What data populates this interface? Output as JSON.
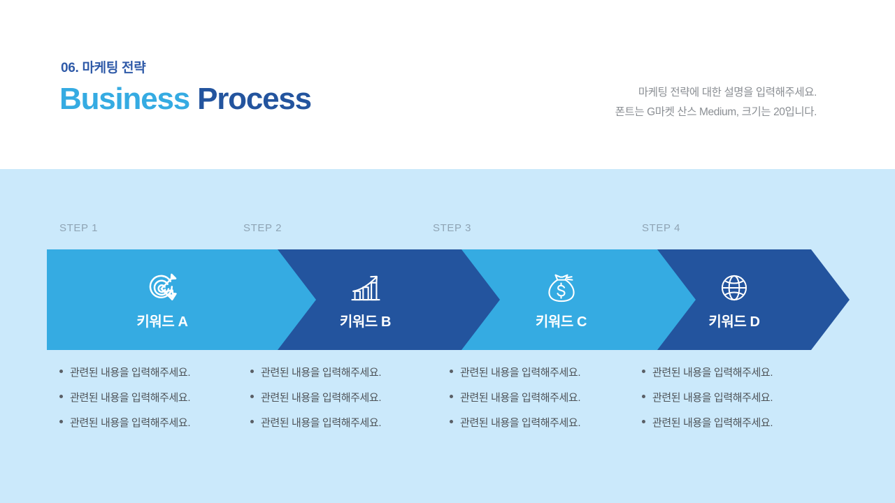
{
  "header": {
    "eyebrow": "06. 마케팅 전략",
    "title_part1": "Business",
    "title_part2": "Process",
    "description_line1": "마케팅 전략에 대한 설명을 입력해주세요.",
    "description_line2": "폰트는 G마켓 산스 Medium, 크기는 20입니다."
  },
  "colors": {
    "band_background": "#cbe9fb",
    "chevron_light": "#35abe2",
    "chevron_dark": "#23549e",
    "title_light": "#35abe2",
    "title_dark": "#23549e",
    "eyebrow": "#2f5aa8",
    "step_label": "#8fa4b4",
    "body_text": "#4d5257",
    "description_text": "#8a8e93"
  },
  "steps": [
    {
      "step_label": "STEP 1",
      "keyword": "키워드 A",
      "icon": "target-arrow-icon",
      "tone": "light",
      "bullets": [
        "관련된 내용을 입력해주세요.",
        "관련된 내용을 입력해주세요.",
        "관련된 내용을 입력해주세요."
      ]
    },
    {
      "step_label": "STEP 2",
      "keyword": "키워드 B",
      "icon": "bar-chart-growth-icon",
      "tone": "dark",
      "bullets": [
        "관련된 내용을 입력해주세요.",
        "관련된 내용을 입력해주세요.",
        "관련된 내용을 입력해주세요."
      ]
    },
    {
      "step_label": "STEP 3",
      "keyword": "키워드 C",
      "icon": "money-bag-icon",
      "tone": "light",
      "bullets": [
        "관련된 내용을 입력해주세요.",
        "관련된 내용을 입력해주세요.",
        "관련된 내용을 입력해주세요."
      ]
    },
    {
      "step_label": "STEP 4",
      "keyword": "키워드 D",
      "icon": "globe-icon",
      "tone": "dark",
      "bullets": [
        "관련된 내용을 입력해주세요.",
        "관련된 내용을 입력해주세요.",
        "관련된 내용을 입력해주세요."
      ]
    }
  ]
}
